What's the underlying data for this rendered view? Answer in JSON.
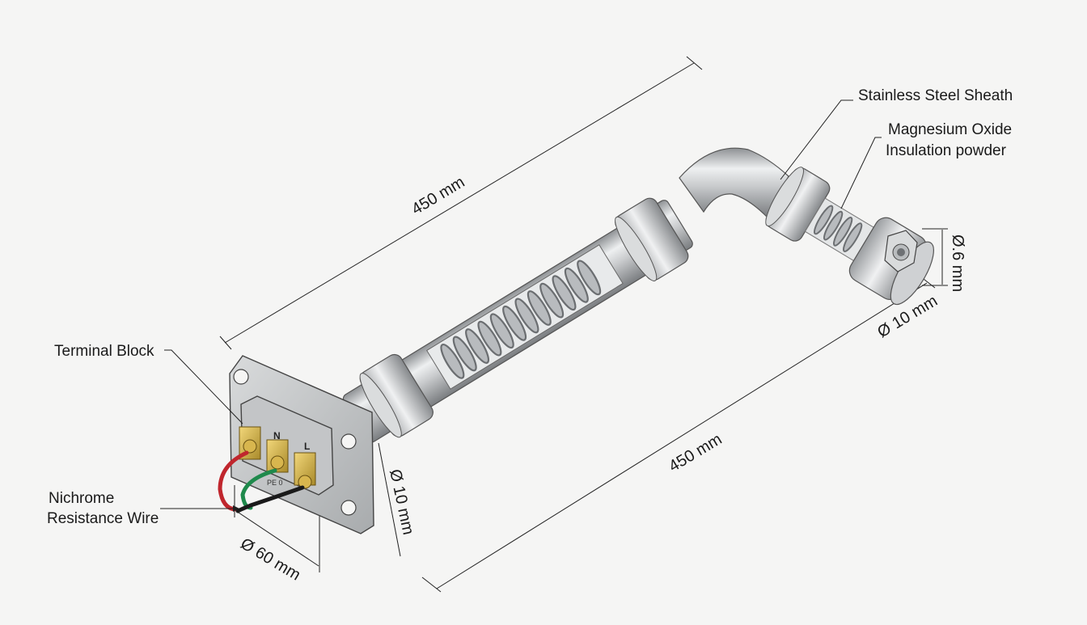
{
  "callouts": {
    "sheath": "Stainless Steel Sheath",
    "insulation_line1": "Magnesium Oxide",
    "insulation_line2": "Insulation powder",
    "terminal_block": "Terminal Block",
    "wire_line1": "Nichrome",
    "wire_line2": "Resistance Wire"
  },
  "dimensions": {
    "top_length": "450 mm",
    "bottom_length": "450 mm",
    "end_small_dia": "Ø.6 mm",
    "end_dia": "Ø 10 mm",
    "flange_dia": "Ø 10 mm",
    "flange_width": "Ø 60 mm"
  },
  "terminals": {
    "n": "N",
    "l": "L",
    "pe": "PE 0"
  },
  "colors": {
    "steel": "#c9cbcd",
    "steel_dark": "#8e9194",
    "brass": "#d4b24a",
    "wire_red": "#c0262d",
    "wire_green": "#1f8a4c",
    "wire_black": "#1a1a1a",
    "line": "#222222"
  }
}
